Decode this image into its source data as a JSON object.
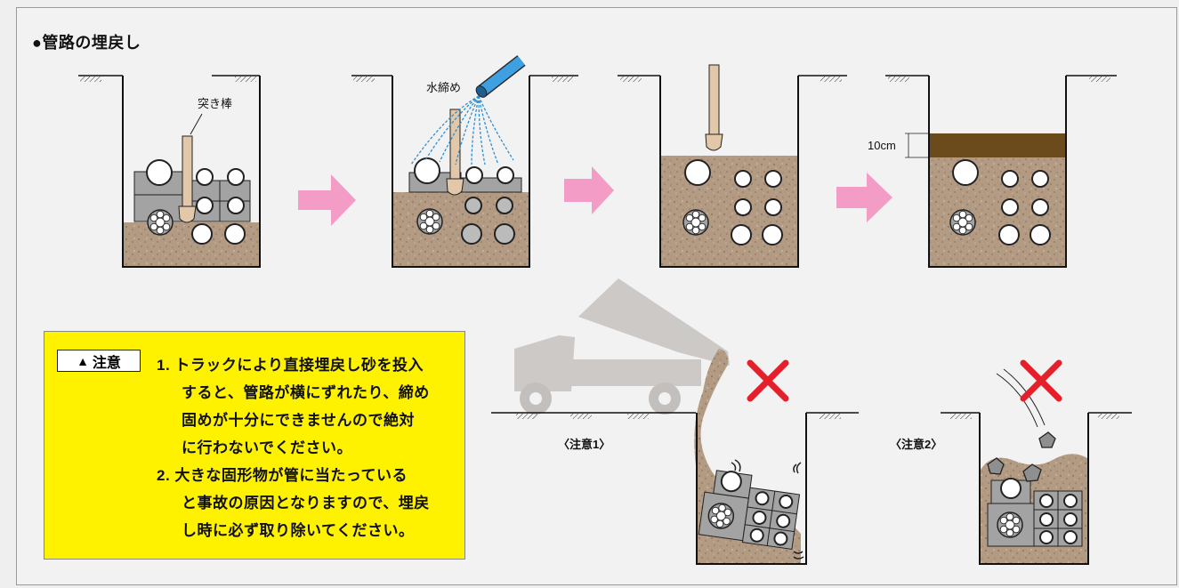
{
  "title": "●管路の埋戻し",
  "labels": {
    "tamping_rod": "突き棒",
    "water": "水締め",
    "depth": "10cm"
  },
  "caution": {
    "badge": "注意",
    "lines": [
      "1. トラックにより直接埋戻し砂を投入",
      "すると、管路が横にずれたり、締め",
      "固めが十分にできませんので絶対",
      "に行わないでください。",
      "2. 大きな固形物が管に当たっている",
      "と事故の原因となりますので、埋戻",
      "し時に必ず取り除いてください。"
    ]
  },
  "captions": {
    "note1": "〈注意1〉",
    "note2": "〈注意2〉"
  },
  "colors": {
    "soil": "#b39a83",
    "topsoil": "#6b4a1c",
    "arrow": "#f39cc6",
    "block": "#a3a3a3",
    "cross": "#e5202a",
    "rod": "#e2c7a9",
    "water": "#2e8fd0",
    "note_bg": "#fff200"
  },
  "icons": [
    "arrow-right-icon",
    "cross-mark-icon",
    "warning-triangle-icon",
    "truck-icon",
    "hose-icon",
    "rock-icon"
  ]
}
